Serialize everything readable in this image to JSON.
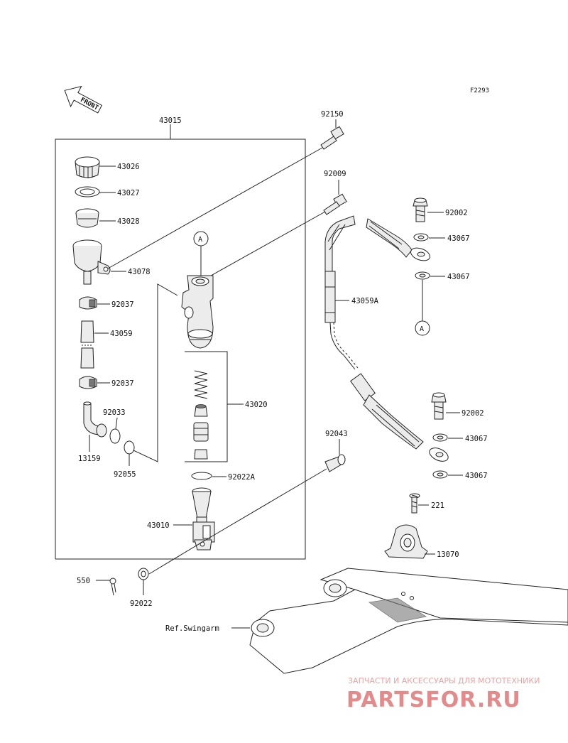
{
  "figure_code": "F2293",
  "front_label": "FRONT",
  "callout_letter": "A",
  "labels": {
    "p43015": "43015",
    "p43026": "43026",
    "p43027": "43027",
    "p43028": "43028",
    "p43078": "43078",
    "p92037a": "92037",
    "p43059": "43059",
    "p92037b": "92037",
    "p92033": "92033",
    "p13159": "13159",
    "p92055": "92055",
    "p92150": "92150",
    "p92009": "92009",
    "p43020": "43020",
    "p92022A": "92022A",
    "p43010": "43010",
    "p92043": "92043",
    "p92002a": "92002",
    "p43067a": "43067",
    "p43067b": "43067",
    "p43059A": "43059A",
    "p92002b": "92002",
    "p43067c": "43067",
    "p43067d": "43067",
    "p221": "221",
    "p13070": "13070",
    "p550": "550",
    "p92022": "92022",
    "ref_swingarm": "Ref.Swingarm"
  },
  "watermark": {
    "tagline": "ЗАПЧАСТИ И АКСЕССУАРЫ ДЛЯ МОТОТЕХНИКИ",
    "brand": "PARTSFOR.RU",
    "color": "#e58a8a"
  }
}
